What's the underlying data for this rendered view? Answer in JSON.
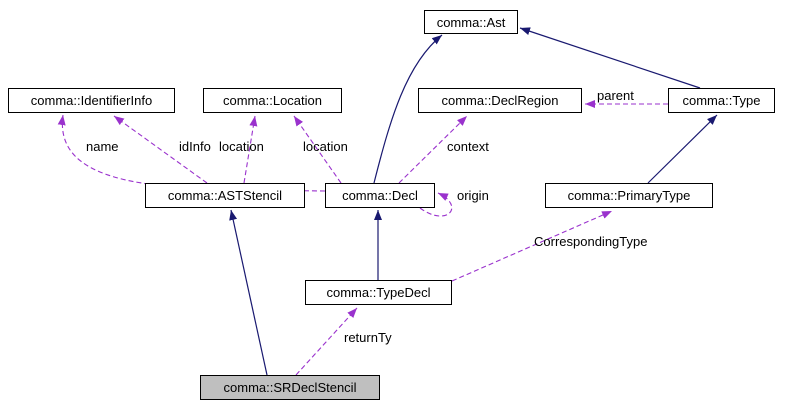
{
  "diagram": {
    "type": "class-collaboration-graph",
    "highlighted_node": "comma::SRDeclStencil",
    "colors": {
      "inheritance_edge": "#191970",
      "usage_edge": "#9a32cd",
      "node_border": "#000000",
      "node_fill": "#ffffff",
      "highlight_fill": "#bfbfbf",
      "text": "#000000",
      "background": "#ffffff"
    },
    "nodes": [
      {
        "id": "ast",
        "label": "comma::Ast",
        "highlighted": false
      },
      {
        "id": "identifierinfo",
        "label": "comma::IdentifierInfo",
        "highlighted": false
      },
      {
        "id": "location",
        "label": "comma::Location",
        "highlighted": false
      },
      {
        "id": "declregion",
        "label": "comma::DeclRegion",
        "highlighted": false
      },
      {
        "id": "type",
        "label": "comma::Type",
        "highlighted": false
      },
      {
        "id": "aststencil",
        "label": "comma::ASTStencil",
        "highlighted": false
      },
      {
        "id": "decl",
        "label": "comma::Decl",
        "highlighted": false
      },
      {
        "id": "primarytype",
        "label": "comma::PrimaryType",
        "highlighted": false
      },
      {
        "id": "typedecl",
        "label": "comma::TypeDecl",
        "highlighted": false
      },
      {
        "id": "srdeclstencil",
        "label": "comma::SRDeclStencil",
        "highlighted": true
      }
    ],
    "edges": [
      {
        "from": "comma::Decl",
        "to": "comma::Ast",
        "style": "solid",
        "kind": "inheritance",
        "label": ""
      },
      {
        "from": "comma::Type",
        "to": "comma::Ast",
        "style": "solid",
        "kind": "inheritance",
        "label": ""
      },
      {
        "from": "comma::PrimaryType",
        "to": "comma::Type",
        "style": "solid",
        "kind": "inheritance",
        "label": ""
      },
      {
        "from": "comma::TypeDecl",
        "to": "comma::Decl",
        "style": "solid",
        "kind": "inheritance",
        "label": ""
      },
      {
        "from": "comma::SRDeclStencil",
        "to": "comma::ASTStencil",
        "style": "solid",
        "kind": "inheritance",
        "label": ""
      },
      {
        "from": "comma::Decl",
        "to": "comma::IdentifierInfo",
        "style": "dashed",
        "kind": "usage",
        "label": "name"
      },
      {
        "from": "comma::ASTStencil",
        "to": "comma::IdentifierInfo",
        "style": "dashed",
        "kind": "usage",
        "label": "idInfo"
      },
      {
        "from": "comma::ASTStencil",
        "to": "comma::Location",
        "style": "dashed",
        "kind": "usage",
        "label": "location"
      },
      {
        "from": "comma::Decl",
        "to": "comma::Location",
        "style": "dashed",
        "kind": "usage",
        "label": "location"
      },
      {
        "from": "comma::Decl",
        "to": "comma::DeclRegion",
        "style": "dashed",
        "kind": "usage",
        "label": "context"
      },
      {
        "from": "comma::Type",
        "to": "comma::DeclRegion",
        "style": "dashed",
        "kind": "usage",
        "label": "parent"
      },
      {
        "from": "comma::Decl",
        "to": "comma::Decl",
        "style": "dashed",
        "kind": "usage",
        "label": "origin"
      },
      {
        "from": "comma::TypeDecl",
        "to": "comma::PrimaryType",
        "style": "dashed",
        "kind": "usage",
        "label": "CorrespondingType"
      },
      {
        "from": "comma::SRDeclStencil",
        "to": "comma::TypeDecl",
        "style": "dashed",
        "kind": "usage",
        "label": "returnTy"
      }
    ]
  }
}
